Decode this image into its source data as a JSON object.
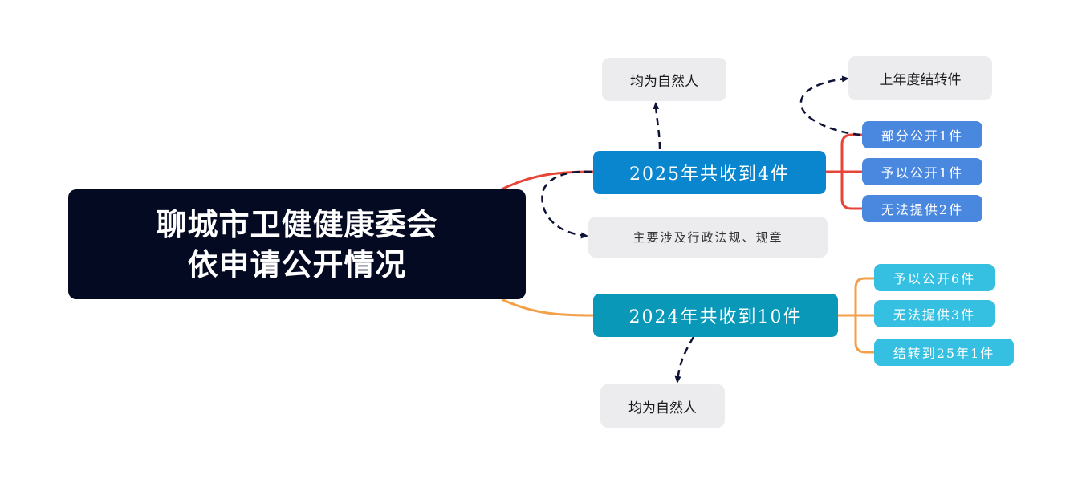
{
  "root": {
    "line1": "聊城市卫健健康委会",
    "line2": "依申请公开情况"
  },
  "branch_2025": {
    "label": "2025年共收到4件",
    "note_above": "均为自然人",
    "note_below": "主要涉及行政法规、规章",
    "carryover_note": "上年度结转件",
    "items": [
      "部分公开1件",
      "予以公开1件",
      "无法提供2件"
    ]
  },
  "branch_2024": {
    "label": "2024年共收到10件",
    "note_below": "均为自然人",
    "items": [
      "予以公开6件",
      "无法提供3件",
      "结转到25年1件"
    ]
  },
  "colors": {
    "root_bg": "#050a23",
    "branch_2025": "#0a86cf",
    "branch_2024": "#0a98b8",
    "pill_2025": "#4a88e0",
    "pill_2024": "#35c0e2",
    "connector_2025": "#e8453a",
    "connector_2024": "#f2a04a",
    "dashed_arrow": "#0d1236"
  }
}
